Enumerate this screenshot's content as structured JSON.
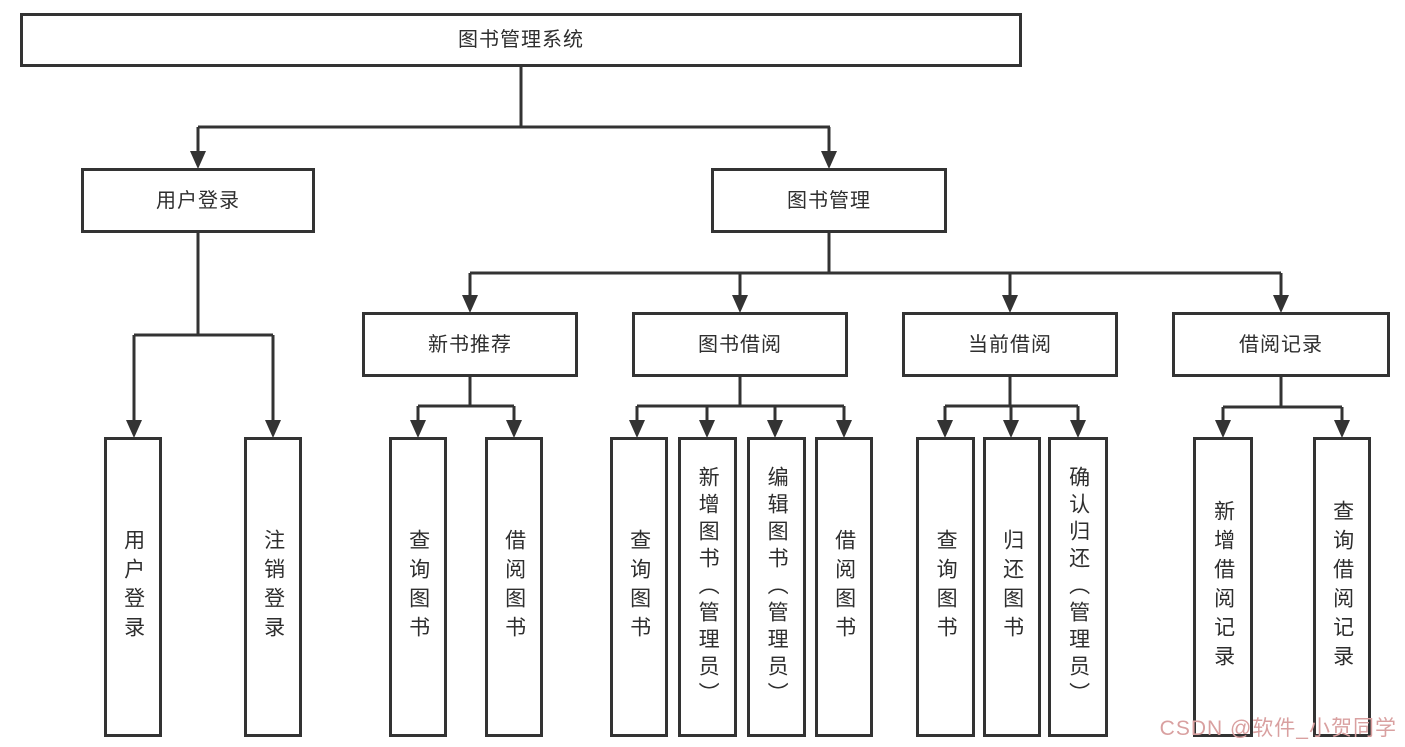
{
  "root": {
    "label": "图书管理系统"
  },
  "branches": {
    "user_login": {
      "label": "用户登录"
    },
    "book_mgmt": {
      "label": "图书管理"
    }
  },
  "modules": {
    "new_book": {
      "label": "新书推荐"
    },
    "borrow": {
      "label": "图书借阅"
    },
    "current": {
      "label": "当前借阅"
    },
    "records": {
      "label": "借阅记录"
    }
  },
  "leaves": {
    "user_login": "用户登录",
    "logout": "注销登录",
    "nb_query": "查询图书",
    "nb_borrow": "借阅图书",
    "bw_query": "查询图书",
    "bw_add": "新增图书（管理员）",
    "bw_edit": "编辑图书（管理员）",
    "bw_borrow": "借阅图书",
    "cb_query": "查询图书",
    "cb_return": "归还图书",
    "cb_confirm": "确认归还（管理员）",
    "rec_add": "新增借阅记录",
    "rec_query": "查询借阅记录"
  },
  "watermark": {
    "text": "CSDN @软件_小贺同学"
  },
  "colors": {
    "line": "#333333",
    "box_border": "#333333",
    "background": "#ffffff",
    "watermark": "#d9a0a0"
  }
}
